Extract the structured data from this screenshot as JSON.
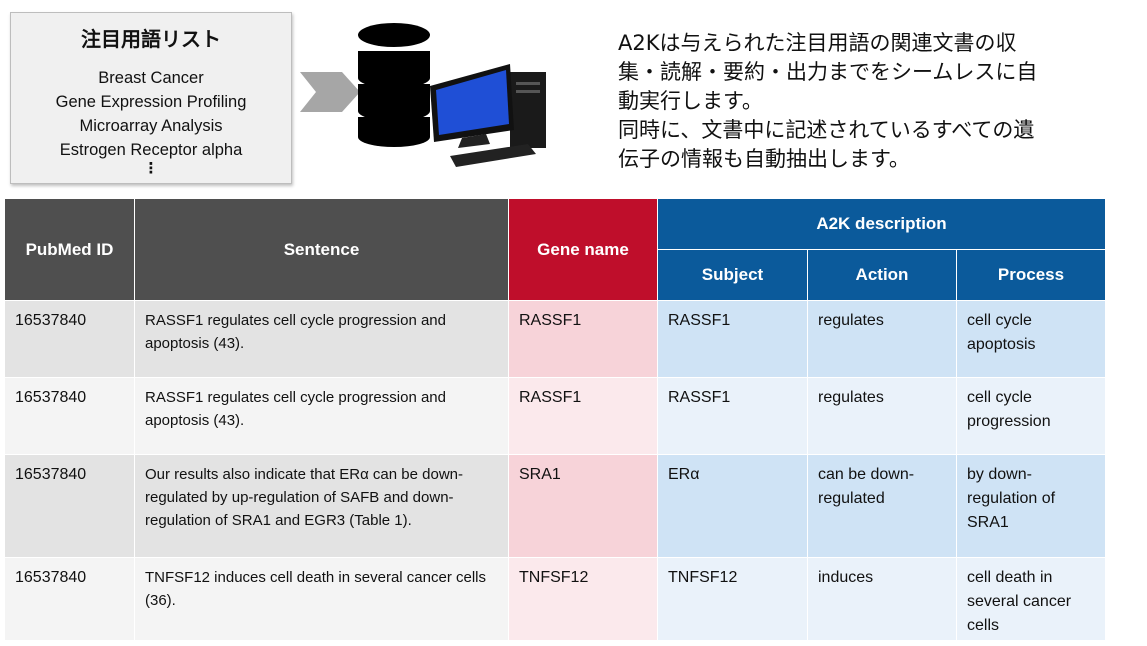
{
  "term_list": {
    "title": "注目用語リスト",
    "items": [
      "Breast Cancer",
      "Gene Expression Profiling",
      "Microarray Analysis",
      "Estrogen Receptor alpha"
    ],
    "more": "⋮"
  },
  "description_lines": [
    "A2Kは与えられた注目用語の関連文書の収",
    "集・読解・要約・出力までをシームレスに自",
    "動実行します。",
    "同時に、文書中に記述されているすべての遺",
    "伝子の情報も自動抽出します。"
  ],
  "table": {
    "headers": {
      "pubmed_id": "PubMed ID",
      "sentence": "Sentence",
      "gene_name": "Gene name",
      "a2k_description": "A2K description",
      "subject": "Subject",
      "action": "Action",
      "process": "Process"
    },
    "rows": [
      {
        "pubmed_id": "16537840",
        "sentence": "RASSF1 regulates cell cycle progression and apoptosis (43).",
        "gene": "RASSF1",
        "subject": "RASSF1",
        "action": "regulates",
        "process": "cell cycle apoptosis"
      },
      {
        "pubmed_id": "16537840",
        "sentence": "RASSF1 regulates cell cycle progression and apoptosis (43).",
        "gene": "RASSF1",
        "subject": "RASSF1",
        "action": "regulates",
        "process": "cell cycle progression"
      },
      {
        "pubmed_id": "16537840",
        "sentence": "Our results also indicate that ERα can be down-regulated by up-regulation of SAFB and down-regulation of SRA1 and EGR3 (Table 1).",
        "gene": "SRA1",
        "subject": "ERα",
        "action": "can be down-regulated",
        "process": "by down-regulation of SRA1"
      },
      {
        "pubmed_id": "16537840",
        "sentence": "TNFSF12 induces cell death in several cancer cells (36).",
        "gene": "TNFSF12",
        "subject": "TNFSF12",
        "action": "induces",
        "process": "cell death in several cancer cells"
      }
    ]
  }
}
